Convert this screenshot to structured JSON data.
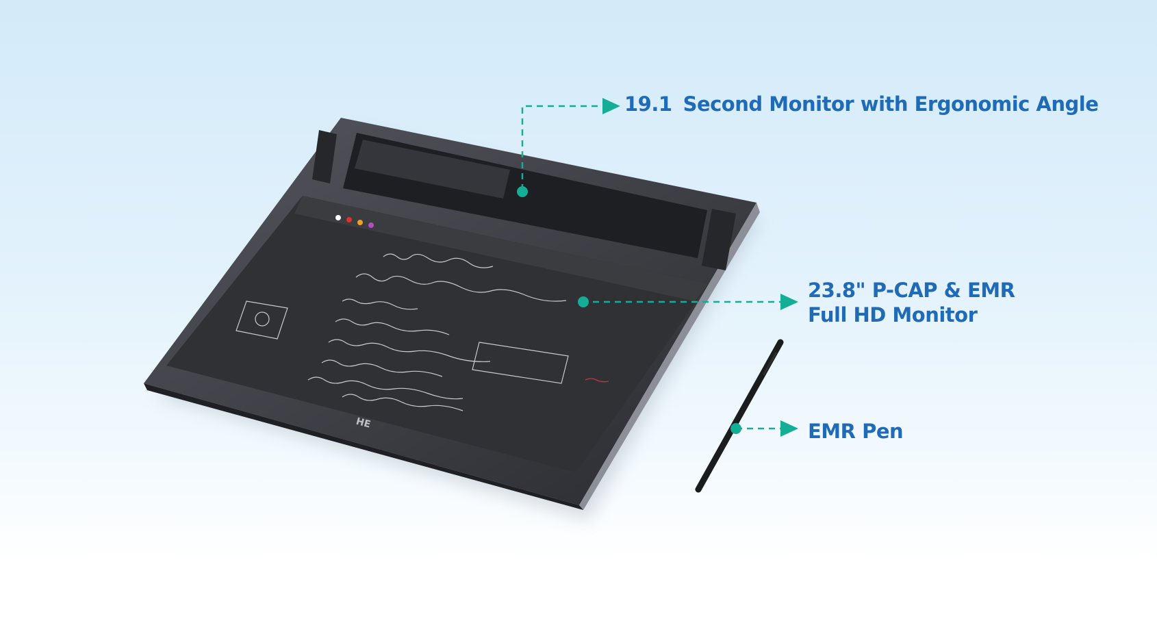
{
  "colors": {
    "label": "#1f6bb8",
    "accent": "#14ad96",
    "device_frame": "#3c3d44",
    "screen": "#2e2f31"
  },
  "callouts": [
    {
      "number": "19.1",
      "text": "Second Monitor with Ergonomic Angle"
    },
    {
      "line1": "23.8\" P-CAP & EMR",
      "line2": "Full HD Monitor"
    },
    {
      "text": "EMR Pen"
    }
  ],
  "device": {
    "logo": "HE"
  }
}
